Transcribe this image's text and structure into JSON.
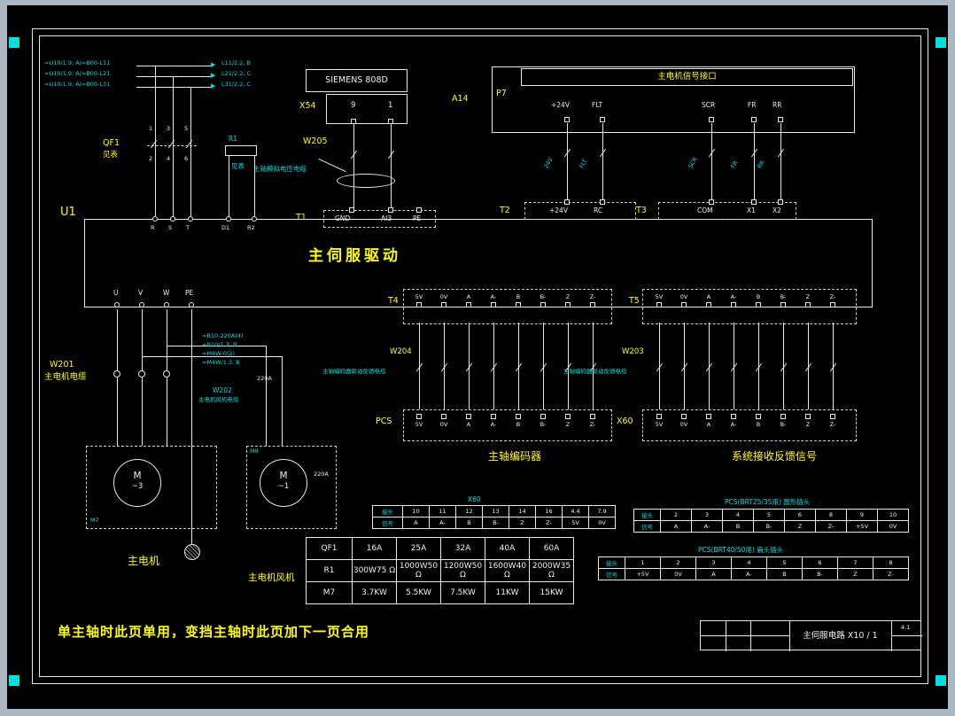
{
  "feeders": {
    "rows": [
      {
        "src": "=U10/1.9; A/=B00-L11",
        "dst": "L11/2.2, B"
      },
      {
        "src": "=U10/1.9; A/=B00-L21",
        "dst": "L21/2.2, C"
      },
      {
        "src": "=U10/1.9; A/=B00-L31",
        "dst": "L31/2.2, C"
      }
    ]
  },
  "breaker": {
    "name": "QF1",
    "note": "见表",
    "pins_top": [
      "1",
      "3",
      "5"
    ],
    "pins_bottom": [
      "2",
      "4",
      "6"
    ]
  },
  "resistor": {
    "name": "R1",
    "note": "见表"
  },
  "siemens": {
    "title": "SIEMENS 808D",
    "connector": "X54",
    "pins": [
      "9",
      "1"
    ]
  },
  "cable_w205": {
    "name": "W205",
    "desc": "主轴模拟电压电缆"
  },
  "a14": "A14",
  "p7": {
    "name": "P7",
    "title": "主电机信号接口",
    "pins": [
      "+24V",
      "FLT",
      "SCR",
      "FR",
      "RR"
    ],
    "wire_tags": [
      "24V",
      "FLT",
      "SCR",
      "FR",
      "RR"
    ]
  },
  "drive": {
    "name": "U1",
    "title": "主伺服驱动",
    "input_pins": [
      "R",
      "S",
      "T"
    ],
    "dc_pins": [
      "D1",
      "R2"
    ],
    "t1": {
      "name": "T1",
      "pins": [
        "GND",
        "AI3",
        "PE"
      ]
    },
    "t2": {
      "name": "T2",
      "pins": [
        "+24V",
        "RC"
      ]
    },
    "t3": {
      "name": "T3",
      "pins": [
        "COM",
        "X1",
        "X2"
      ]
    },
    "output_pins": [
      "U",
      "V",
      "W",
      "PE"
    ]
  },
  "t4": {
    "name": "T4",
    "pins": [
      "5V",
      "0V",
      "A",
      "A-",
      "B",
      "B-",
      "Z",
      "Z-"
    ]
  },
  "t5": {
    "name": "T5",
    "pins": [
      "5V",
      "0V",
      "A",
      "A-",
      "B",
      "B-",
      "Z",
      "Z-"
    ]
  },
  "pcs": {
    "name": "PCS",
    "pins": [
      "5V",
      "0V",
      "A",
      "A-",
      "B",
      "B-",
      "Z",
      "Z-"
    ]
  },
  "x60": {
    "name": "X60",
    "pins": [
      "5V",
      "0V",
      "A",
      "A-",
      "B",
      "B-",
      "Z",
      "Z-"
    ]
  },
  "cable_w204": {
    "name": "W204",
    "desc": "主轴编码器驱动反馈电缆"
  },
  "cable_w203": {
    "name": "W203",
    "desc": "主轴编码器驱动反馈电缆"
  },
  "cable_w201": {
    "name": "W201",
    "desc": "主电机电缆"
  },
  "cable_w202": {
    "name": "W202",
    "desc": "主电机风机电缆",
    "rating": "220A",
    "rating2": "220A"
  },
  "branch_notes": [
    "=B10-220A(4)",
    "=B10/1.3; B",
    "=M4W-0(2)",
    "=M4W/1.3; B"
  ],
  "motor_main": {
    "sym": "M",
    "phase": "~3",
    "tag": "M7"
  },
  "motor_fan": {
    "sym": "M",
    "phase": "~1",
    "tag": "M8"
  },
  "captions": {
    "encoder": "主轴编码器",
    "feedback": "系统接收反馈信号",
    "main_motor": "主电机",
    "fan_motor": "主电机风机",
    "footer_note": "单主轴时此页单用，变挡主轴时此页加下一页合用"
  },
  "x60_table": {
    "title": "X60",
    "row_headers": [
      "接头",
      "信号"
    ],
    "pins": [
      "10",
      "11",
      "12",
      "13",
      "14",
      "16",
      "4.4",
      "7.9"
    ],
    "signals": [
      "A",
      "A-",
      "B",
      "B-",
      "Z",
      "Z-",
      "5V",
      "0V"
    ]
  },
  "selection_table": {
    "rows": [
      {
        "name": "QF1",
        "values": [
          "16A",
          "25A",
          "32A",
          "40A",
          "60A"
        ]
      },
      {
        "name": "R1",
        "values": [
          "300W75 Ω",
          "1000W50 Ω",
          "1200W50 Ω",
          "1600W40 Ω",
          "2000W35 Ω"
        ]
      },
      {
        "name": "M7",
        "values": [
          "3.7KW",
          "5.5KW",
          "7.5KW",
          "11KW",
          "15KW"
        ]
      }
    ]
  },
  "pcs_round_table": {
    "title": "PCS(BRT25/35用) 圆形插头",
    "row_headers": [
      "接头",
      "信号"
    ],
    "pins": [
      "2",
      "3",
      "4",
      "5",
      "6",
      "8",
      "9",
      "10"
    ],
    "signals": [
      "A",
      "A-",
      "B",
      "B-",
      "Z",
      "Z-",
      "+5V",
      "0V"
    ]
  },
  "pcs_flat_table": {
    "title": "PCS(BRT40/50用) 扁头插头",
    "row_headers": [
      "接头",
      "信号"
    ],
    "pins": [
      "1",
      "2",
      "3",
      "4",
      "5",
      "6",
      "7",
      "8"
    ],
    "signals": [
      "+5V",
      "0V",
      "A",
      "A-",
      "B",
      "B-",
      "Z",
      "Z-"
    ]
  },
  "titleblock": {
    "title": "主伺服电路 X10 / 1",
    "scale": "4:1"
  }
}
